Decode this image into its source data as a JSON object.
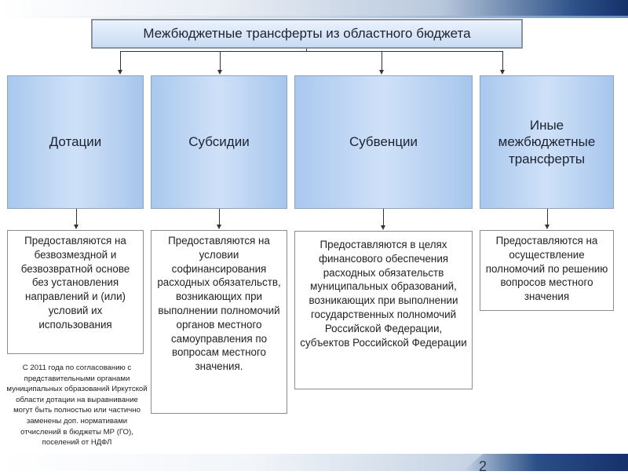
{
  "title": "Межбюджетные трансферты из областного бюджета",
  "categories": [
    {
      "label": "Дотации"
    },
    {
      "label": "Субсидии"
    },
    {
      "label": "Субвенции"
    },
    {
      "label": "Иные межбюджетные трансферты"
    }
  ],
  "descriptions": [
    "Предоставляются на безвозмездной и безвозвратной основе без установления направлений и (или) условий их использования",
    "Предоставляются на условии софинансирования расходных обязательств, возникающих при выполнении полномочий органов местного самоуправления по вопросам местного значения.",
    "Предоставляются в целях финансового обеспечения расходных обязательств муниципальных образований, возникающих при выполнении государственных полномочий Российской Федерации, субъектов Российской Федерации",
    "Предоставляются на осуществление полномочий по решению вопросов местного значения"
  ],
  "note": "С 2011 года по согласованию с представительными органами муниципальных образований Иркутской области дотации на выравнивание могут быть полностью или частично заменены доп. нормативами отчислений в бюджеты МР (ГО), поселений от НДФЛ",
  "page_number": "2",
  "colors": {
    "accent_dark": "#16306a",
    "box_fill": "#cfe1f8",
    "box_border": "#8fa3c0"
  }
}
